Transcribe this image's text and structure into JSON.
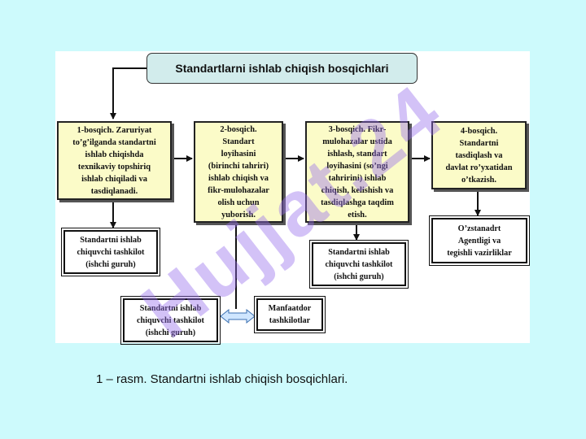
{
  "diagram": {
    "title": "Standartlarni ishlab chiqish bosqichlari",
    "stages": [
      "1-bosqich. Zaruriyat\nto’g’ilganda standartni\nishlab chiqishda\ntexnikaviy topshiriq\nishlab chiqiladi va\ntasdiqlanadi.",
      "2-bosqich.\nStandart\nloyihasini\n(birinchi tahriri)\nishlab chiqish va\nfikr-mulohazalar\nolish uchun\nyuborish.",
      "3-bosqich. Fikr-\nmulohazalar ustida\nishlash, standart\nloyihasini (so’ngi\ntahririni) ishlab\nchiqish, kelishish va\ntasdiqlashga taqdim\netish.",
      "4-bosqich.\nStandartni\ntasdiqlash va\ndavlat ro’yxatidan\no’tkazish."
    ],
    "org_boxes": {
      "working_group_1": "Standartni ishlab\nchiquvchi tashkilot\n(ishchi guruh)",
      "working_group_2": "Standartni ishlab\nchiquvchi tashkilot\n(ishchi guruh)",
      "working_group_3": "Standartni ishlab\nchiquvchi tashkilot\n(ishchi guruh)",
      "interested_orgs": "Manfaatdor\ntashkilotlar",
      "agency": "O’zstanadrt\nAgentligi va\ntegishli vazirliklar"
    }
  },
  "watermark": "Hujjat.24",
  "caption": "1 – rasm. Standartni ishlab chiqish bosqichlari.",
  "colors": {
    "background": "#cdfafc",
    "stage_fill": "#fbfbc8",
    "title_fill": "#d2ecec",
    "double_arrow_fill": "#cfe6ff",
    "watermark": "#966eeb"
  }
}
